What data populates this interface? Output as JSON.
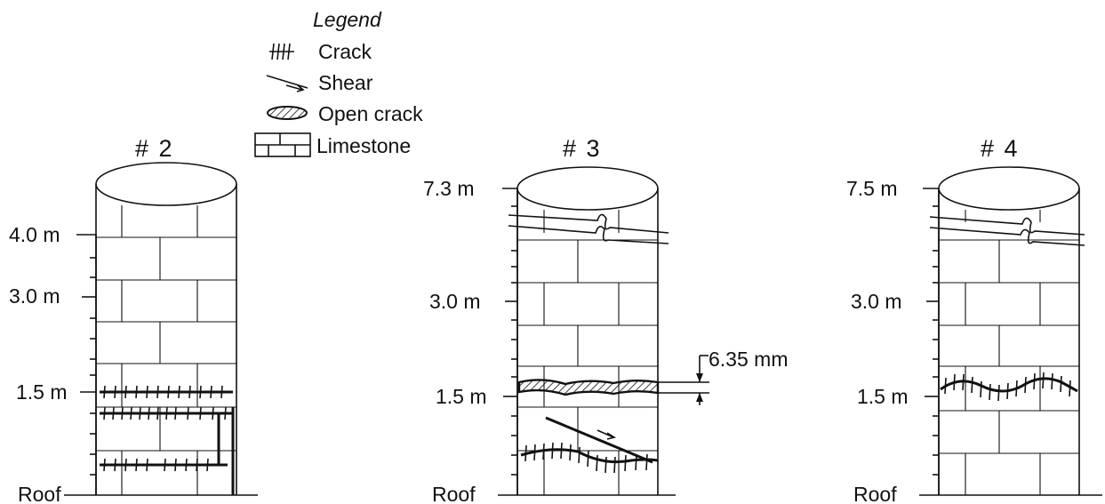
{
  "legend": {
    "title": "Legend",
    "items": [
      {
        "symbol": "crack-icon",
        "label": "Crack"
      },
      {
        "symbol": "shear-icon",
        "label": "Shear"
      },
      {
        "symbol": "open-crack-icon",
        "label": "Open crack"
      },
      {
        "symbol": "limestone-icon",
        "label": "Limestone"
      }
    ]
  },
  "pillars": [
    {
      "title": "# 2",
      "labels": [
        "4.0 m",
        "3.0 m",
        "1.5 m",
        "Roof"
      ]
    },
    {
      "title": "# 3",
      "labels": [
        "7.3 m",
        "3.0 m",
        "1.5 m",
        "Roof"
      ],
      "annotation": "6.35 mm"
    },
    {
      "title": "# 4",
      "labels": [
        "7.5 m",
        "3.0 m",
        "1.5 m",
        "Roof"
      ]
    }
  ],
  "colors": {
    "ink": "#111111",
    "paper": "#ffffff"
  }
}
